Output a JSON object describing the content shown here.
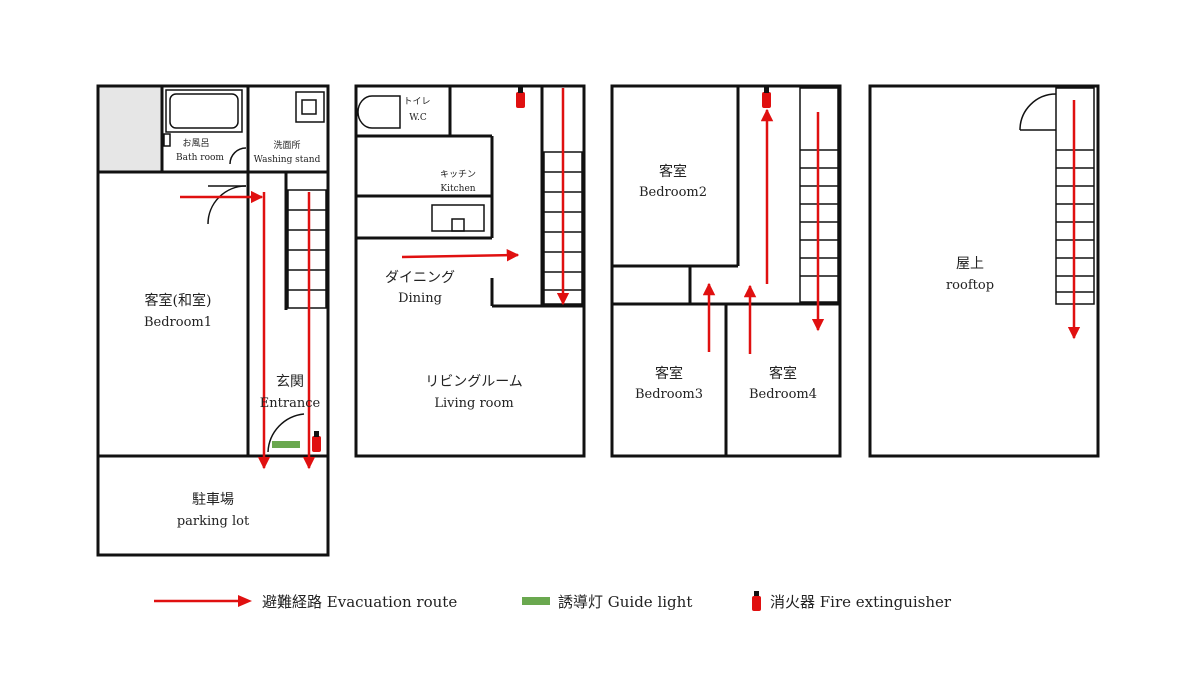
{
  "colors": {
    "wall": "#111111",
    "route": "#e01010",
    "guide_light": "#6aa84f",
    "extinguisher": "#e01010",
    "shade": "#e6e6e6"
  },
  "floor1": {
    "bath": {
      "ja": "お風呂",
      "en": "Bath room"
    },
    "washing": {
      "ja": "洗面所",
      "en": "Washing stand"
    },
    "bedroom1": {
      "ja": "客室(和室)",
      "en": "Bedroom1"
    },
    "entrance": {
      "ja": "玄関",
      "en": "Entrance"
    },
    "parking": {
      "ja": "駐車場",
      "en": "parking lot"
    }
  },
  "floor2": {
    "toilet": {
      "ja": "トイレ",
      "en": "W.C"
    },
    "kitchen": {
      "ja": "キッチン",
      "en": "Kitchen"
    },
    "dining": {
      "ja": "ダイニング",
      "en": "Dining"
    },
    "living": {
      "ja": "リビングルーム",
      "en": "Living room"
    }
  },
  "floor3": {
    "bedroom2": {
      "ja": "客室",
      "en": "Bedroom2"
    },
    "bedroom3": {
      "ja": "客室",
      "en": "Bedroom3"
    },
    "bedroom4": {
      "ja": "客室",
      "en": "Bedroom4"
    }
  },
  "floor4": {
    "rooftop": {
      "ja": "屋上",
      "en": "rooftop"
    }
  },
  "legend": {
    "route": "避難経路 Evacuation route",
    "guide_light": "誘導灯 Guide light",
    "extinguisher": "消火器 Fire extinguisher"
  }
}
